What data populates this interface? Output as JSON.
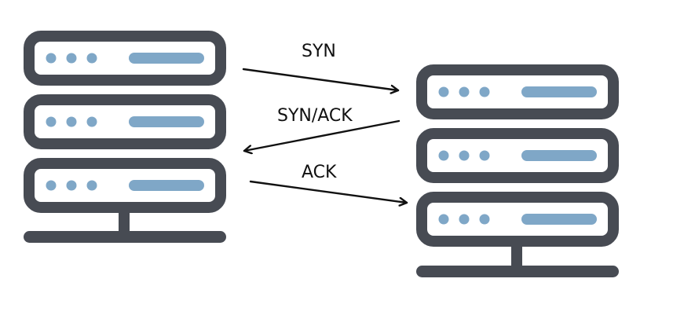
{
  "colors": {
    "frame": "#474b53",
    "panel": "#ffffff",
    "indicator": "#7fa7c7",
    "arrow": "#111111",
    "text": "#111111"
  },
  "servers": {
    "left": {
      "icon": "server-rack-icon",
      "units": 3
    },
    "right": {
      "icon": "server-rack-icon",
      "units": 3
    }
  },
  "messages": [
    {
      "label": "SYN",
      "direction": "left-to-right"
    },
    {
      "label": "SYN/ACK",
      "direction": "right-to-left"
    },
    {
      "label": "ACK",
      "direction": "left-to-right"
    }
  ]
}
